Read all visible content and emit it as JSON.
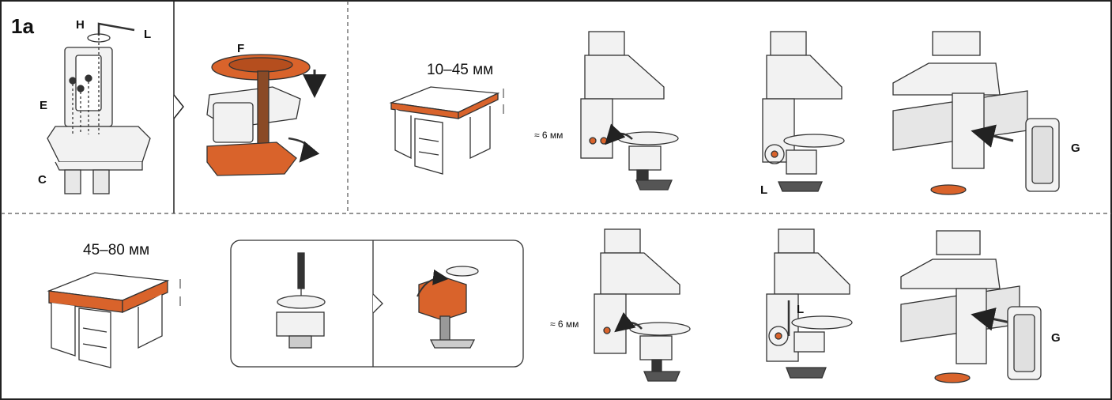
{
  "step_label": "1a",
  "part_labels": {
    "h": "H",
    "l": "L",
    "e": "E",
    "c": "C",
    "f": "F",
    "g_top": "G",
    "g_bottom": "G",
    "l_top": "L",
    "l_bottom": "L"
  },
  "measurements": {
    "thin_desk": "10–45 мм",
    "thick_desk": "45–80 мм",
    "gap_top": "≈ 6 мм",
    "gap_bottom": "≈ 6 мм"
  },
  "colors": {
    "accent": "#d9632b",
    "line": "#222222",
    "dashed": "#555555",
    "part_fill": "#f2f2f2"
  }
}
